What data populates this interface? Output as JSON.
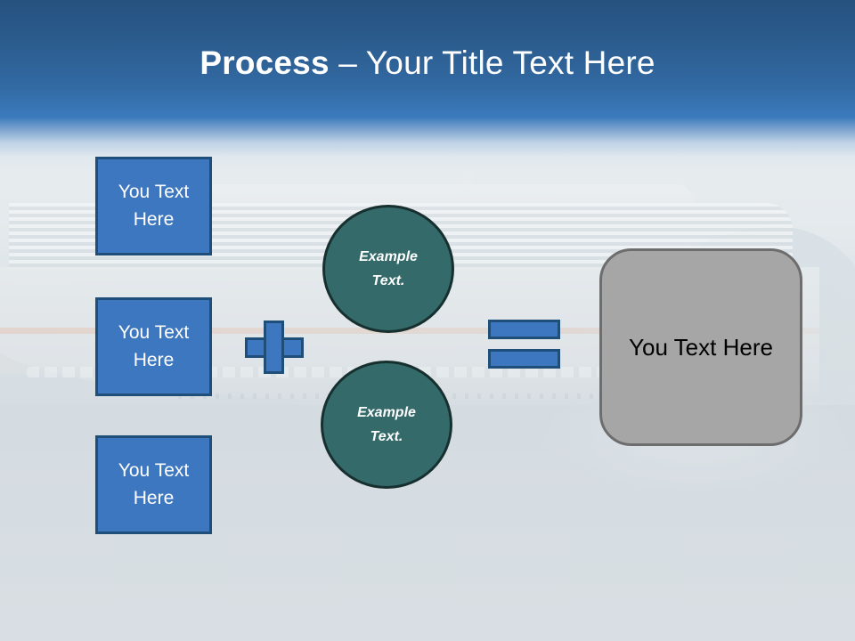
{
  "slide": {
    "title_strong": "Process",
    "title_rest": " – Your Title Text Here"
  },
  "inputs": {
    "boxes": [
      {
        "label": "You Text Here"
      },
      {
        "label": "You Text Here"
      },
      {
        "label": "You Text Here"
      }
    ]
  },
  "operators": {
    "plus": "+",
    "equals": "="
  },
  "circles": [
    {
      "line1": "Example",
      "line2": "Text."
    },
    {
      "line1": "Example",
      "line2": "Text."
    }
  ],
  "result": {
    "label": "You Text Here"
  },
  "colors": {
    "title_band_top": "#26527f",
    "title_band_bottom": "#3a79bb",
    "box_fill": "#3d77bf",
    "box_border": "#1f4e79",
    "circle_fill": "#346a6a",
    "circle_border": "#17302f",
    "result_fill": "#a6a6a6",
    "result_border": "#6d6d6d",
    "title_text": "#ffffff",
    "background": "#c9d2d8"
  }
}
